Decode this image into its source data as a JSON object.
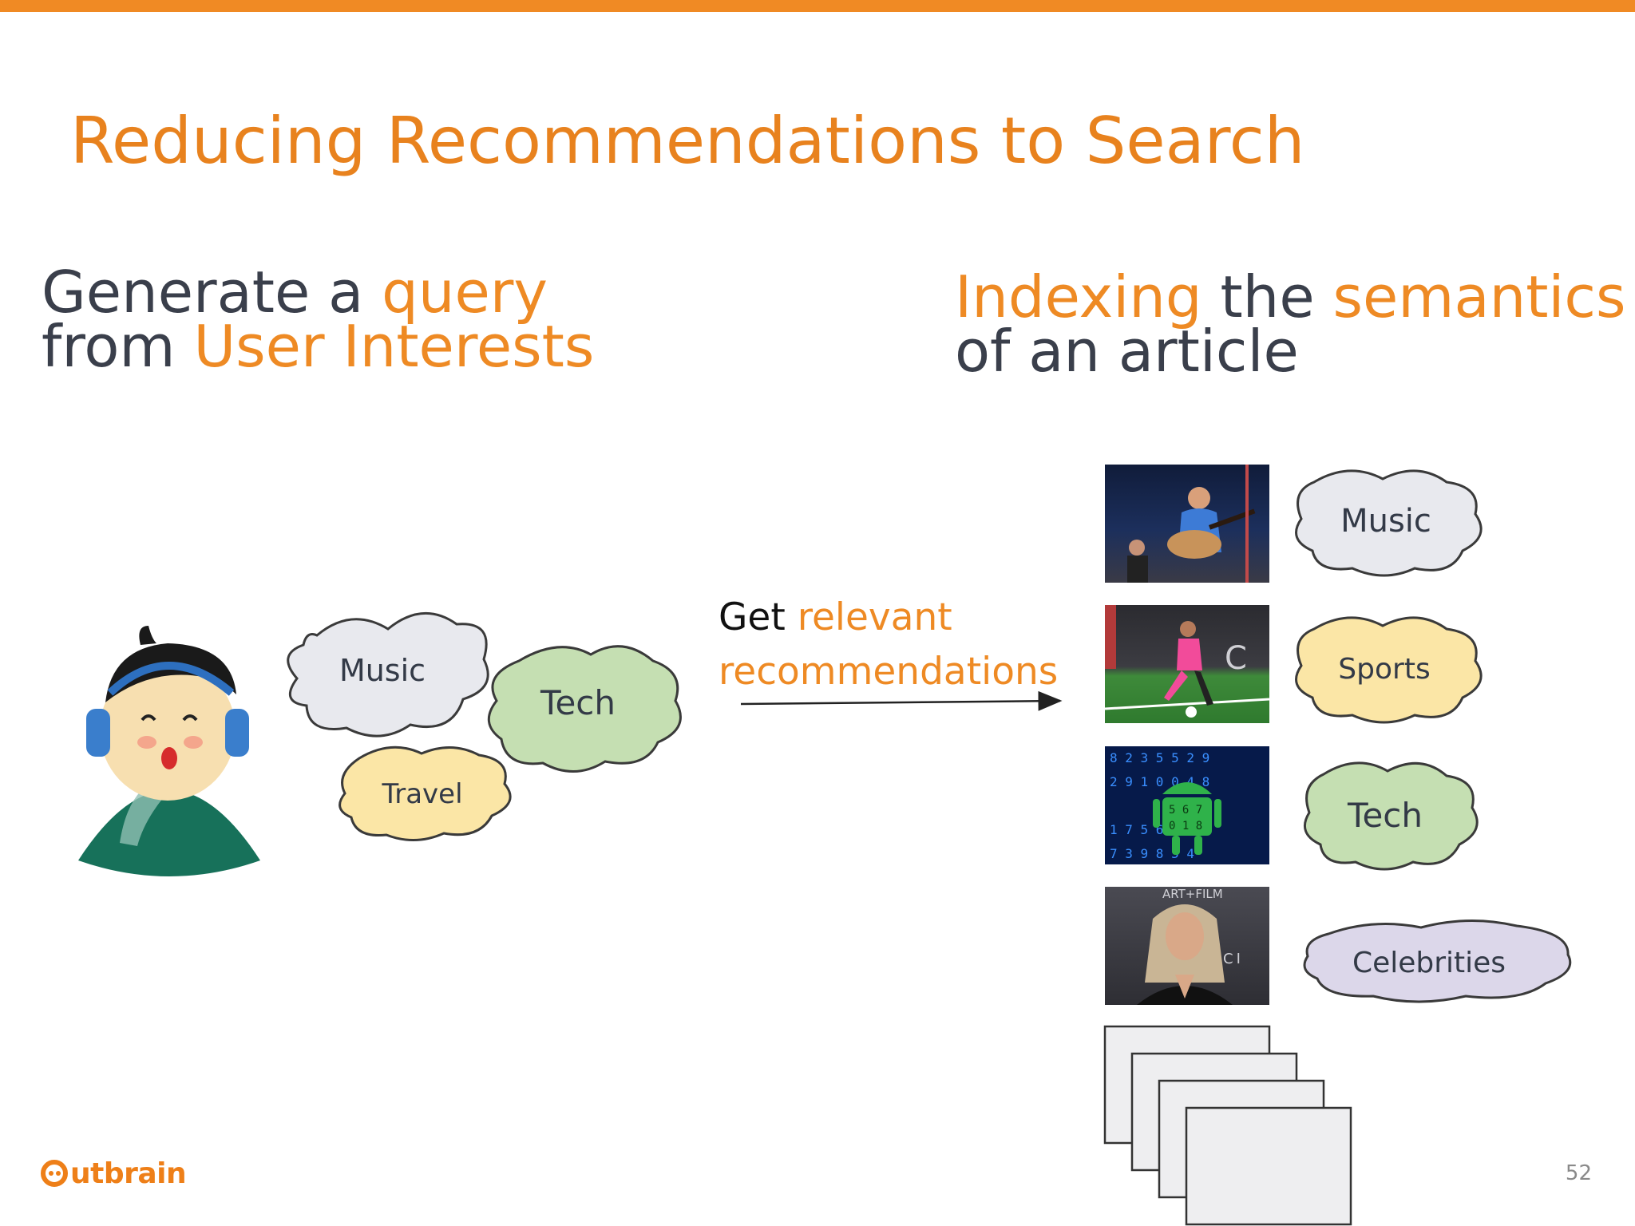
{
  "slide": {
    "title": "Reducing Recommendations to Search",
    "page_number": "52",
    "brand": "Outbrain",
    "logo_text": "utbrain",
    "accent_color": "#ee8a24",
    "bar_color": "#f08a24"
  },
  "left_heading": {
    "line1_plain": "Generate a ",
    "line1_accent": "query",
    "line2_plain": "from ",
    "line2_accent": "User Interests"
  },
  "right_heading": {
    "line1_accent1": "Indexing",
    "line1_plain": " the ",
    "line1_accent2": "semantics",
    "line2_plain": "of an article"
  },
  "arrow_text": {
    "plain": "Get ",
    "accent1": "relevant",
    "accent2": "recommendations"
  },
  "user_interests": [
    {
      "label": "Music",
      "color": "#e8e9ee"
    },
    {
      "label": "Tech",
      "color": "#c5dfb2"
    },
    {
      "label": "Travel",
      "color": "#fbe6a6"
    }
  ],
  "articles": [
    {
      "topic": "Music",
      "color": "#e8e9ee",
      "image": "concert-guitarist-photo"
    },
    {
      "topic": "Sports",
      "color": "#fbe6a6",
      "image": "soccer-player-photo"
    },
    {
      "topic": "Tech",
      "color": "#c5dfb2",
      "image": "android-matrix-photo"
    },
    {
      "topic": "Celebrities",
      "color": "#dcd7ea",
      "image": "celebrity-portrait-photo",
      "overlay_text": "ART+FILM",
      "overlay_text2": "CI"
    }
  ]
}
